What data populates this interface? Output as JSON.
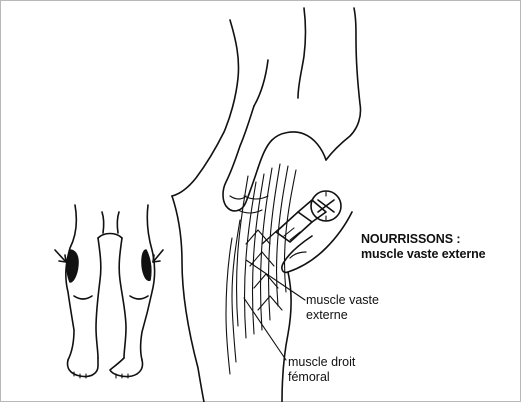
{
  "heading": {
    "line1": "NOURRISSONS :",
    "line2": "muscle vaste externe"
  },
  "labels": [
    {
      "line1": "muscle vaste",
      "line2": "externe"
    },
    {
      "line1": "muscle droit",
      "line2": "fémoral"
    }
  ],
  "colors": {
    "ink": "#111111",
    "background": "#ffffff",
    "border": "#b8b8b8"
  },
  "icons": [
    "infant-legs-illustration",
    "thigh-injection-illustration",
    "syringe-icon",
    "arrow-left-icon",
    "arrow-right-icon"
  ]
}
